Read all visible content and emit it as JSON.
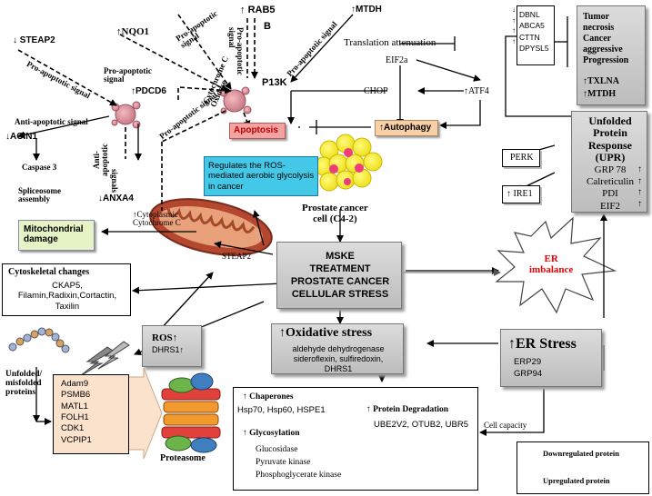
{
  "labels": {
    "steap2_top": "STEAP2",
    "nqo1": "NQO1",
    "rab5": "RAB5",
    "rab5b": "B",
    "p13k": "P13K",
    "mtdh_top": "MTDH",
    "pro_apop_1": "Pro-apoptotic signal",
    "pro_apop_2": "Pro-apoptotic\nsignal",
    "pro_apop_3": "Pro-apoptotic\nsignal",
    "pro_apop_4": "Pro-apoptotic\nsignal",
    "pro_apop_5": "Pro-apoptotic signal",
    "pro_apop_6": "Pro-apoptotic signal",
    "pdcd6": "PDCD6",
    "anti_apop_signal": "Anti-apoptotic  signal",
    "acin1": "ACIN1",
    "caspase3": "Caspase 3",
    "spliceosome": "Spliceosome\nassembly",
    "anti_apop_vert": "Anti-\napoptotic",
    "signals_vert": "signals",
    "anxa4": "ANXA4",
    "cyto_c_vert": "Cytochrome C\nOxidase",
    "apoptosis": "Apoptosis",
    "translation": "Translation attenuation",
    "eif2a": "EIF2a",
    "chop": "CHOP",
    "atf4": "ATF4",
    "autophagy": "Autophagy",
    "ros_box": "Regulates the ROS-mediated aerobic glycolysis in cancer",
    "cyto_cytochrome": "Cytoplasmic\nCytochrome C",
    "mito_damage": "Mitochondrial\ndamage",
    "prostate_cell": "Prostate cancer\ncell (C4-2)",
    "steap2_mid": "STEAP2",
    "mske": "MSKE\nTREATMENT\nPROSTATE CANCER\nCELLULAR STRESS",
    "cyto_changes_title": "Cytoskeletal changes",
    "cyto_changes_items": "CKAP5,\nFilamin,Radixin,Cortactin,\nTaxilin",
    "er_imbalance": "ER\nimbalance",
    "ros": "ROS",
    "dhrs1_ros": "DHRS1",
    "oxidative": "Oxidative stress",
    "oxidative_items": "aldehyde dehydrogenase\nsideroflexin, sulfiredoxin,\nDHRS1",
    "er_stress": "ER Stress",
    "er_stress_items": "ERP29\nGRP94",
    "unfolded": "Unfolded/\nmisfolded\nproteins",
    "proteasome_list": "Adam9\nPSMB6\nMATL1\nFOLH1\nCDK1\nVCPIP1",
    "proteasome": "Proteasome",
    "chaperones_title": "Chaperones",
    "chaperones_items": "Hsp70, Hsp60, HSPE1",
    "glycosylation_title": "Glycosylation",
    "glycosylation_items": "Glucosidase\nPyruvate  kinase\nPhosphoglycerate  kinase",
    "protein_deg_title": "Protein Degradation",
    "protein_deg_items": "UBE2V2,  OTUB2,  UBR5",
    "cell_capacity": "Cell capacity",
    "tumor_list": "DBNL\nABCA5\nCTTN\nDPYSL5",
    "tumor_box": "Tumor\nnecrosis\nCancer\naggressive\nProgression",
    "tumor_txlna": "TXLNA",
    "tumor_mtdh": "MTDH",
    "upr_title": "Unfolded\nProtein\nResponse\n(UPR)",
    "upr_items": "GRP 78\nCalreticulin\nPDI\nEIF2",
    "perk": "PERK",
    "ire1": "IRE1",
    "legend_down": "Downregulated protein",
    "legend_up": "Upregulated protein"
  },
  "colors": {
    "apoptosis_fill": "#f4a3a3",
    "autophagy_fill": "#f9cfa6",
    "ros_box_fill": "#44c8e8",
    "mito_fill": "#e6f3c4",
    "proteasome_list_fill": "#fbe2cd",
    "er_imbalance_text": "#e60000"
  }
}
